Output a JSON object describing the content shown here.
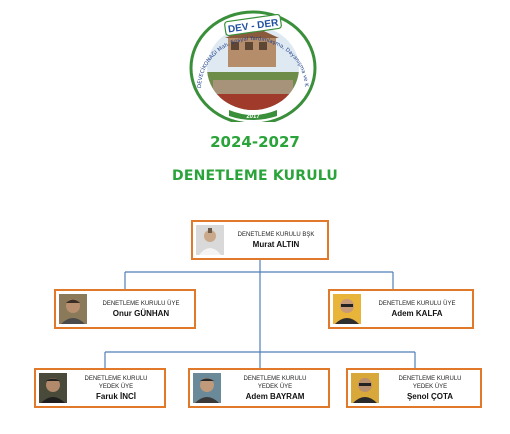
{
  "logo": {
    "banner": "DEV - DER",
    "ring_text": "DEVECİKONAĞI Mah. Sosyal Yardımlaşma, Dayanışma ve Kültür Derneği",
    "year": "2017"
  },
  "period": "2024-2027",
  "heading": "DENETLEME KURULU",
  "colors": {
    "accent_green": "#2aa43a",
    "box_border": "#e07a2a",
    "connector": "#4f7fb8"
  },
  "chairman": {
    "role": "DENETLEME KURULU BŞK",
    "name": "Murat ALTIN"
  },
  "members": [
    {
      "role": "DENETLEME KURULU ÜYE",
      "name": "Onur GÜNHAN"
    },
    {
      "role": "DENETLEME KURULU ÜYE",
      "name": "Adem KALFA"
    }
  ],
  "substitutes": [
    {
      "role": "DENETLEME KURULU",
      "role2": "YEDEK ÜYE",
      "name": "Faruk İNCİ"
    },
    {
      "role": "DENETLEME KURULU",
      "role2": "YEDEK ÜYE",
      "name": "Adem BAYRAM"
    },
    {
      "role": "DENETLEME KURULU",
      "role2": "YEDEK ÜYE",
      "name": "Şenol ÇOTA"
    }
  ]
}
